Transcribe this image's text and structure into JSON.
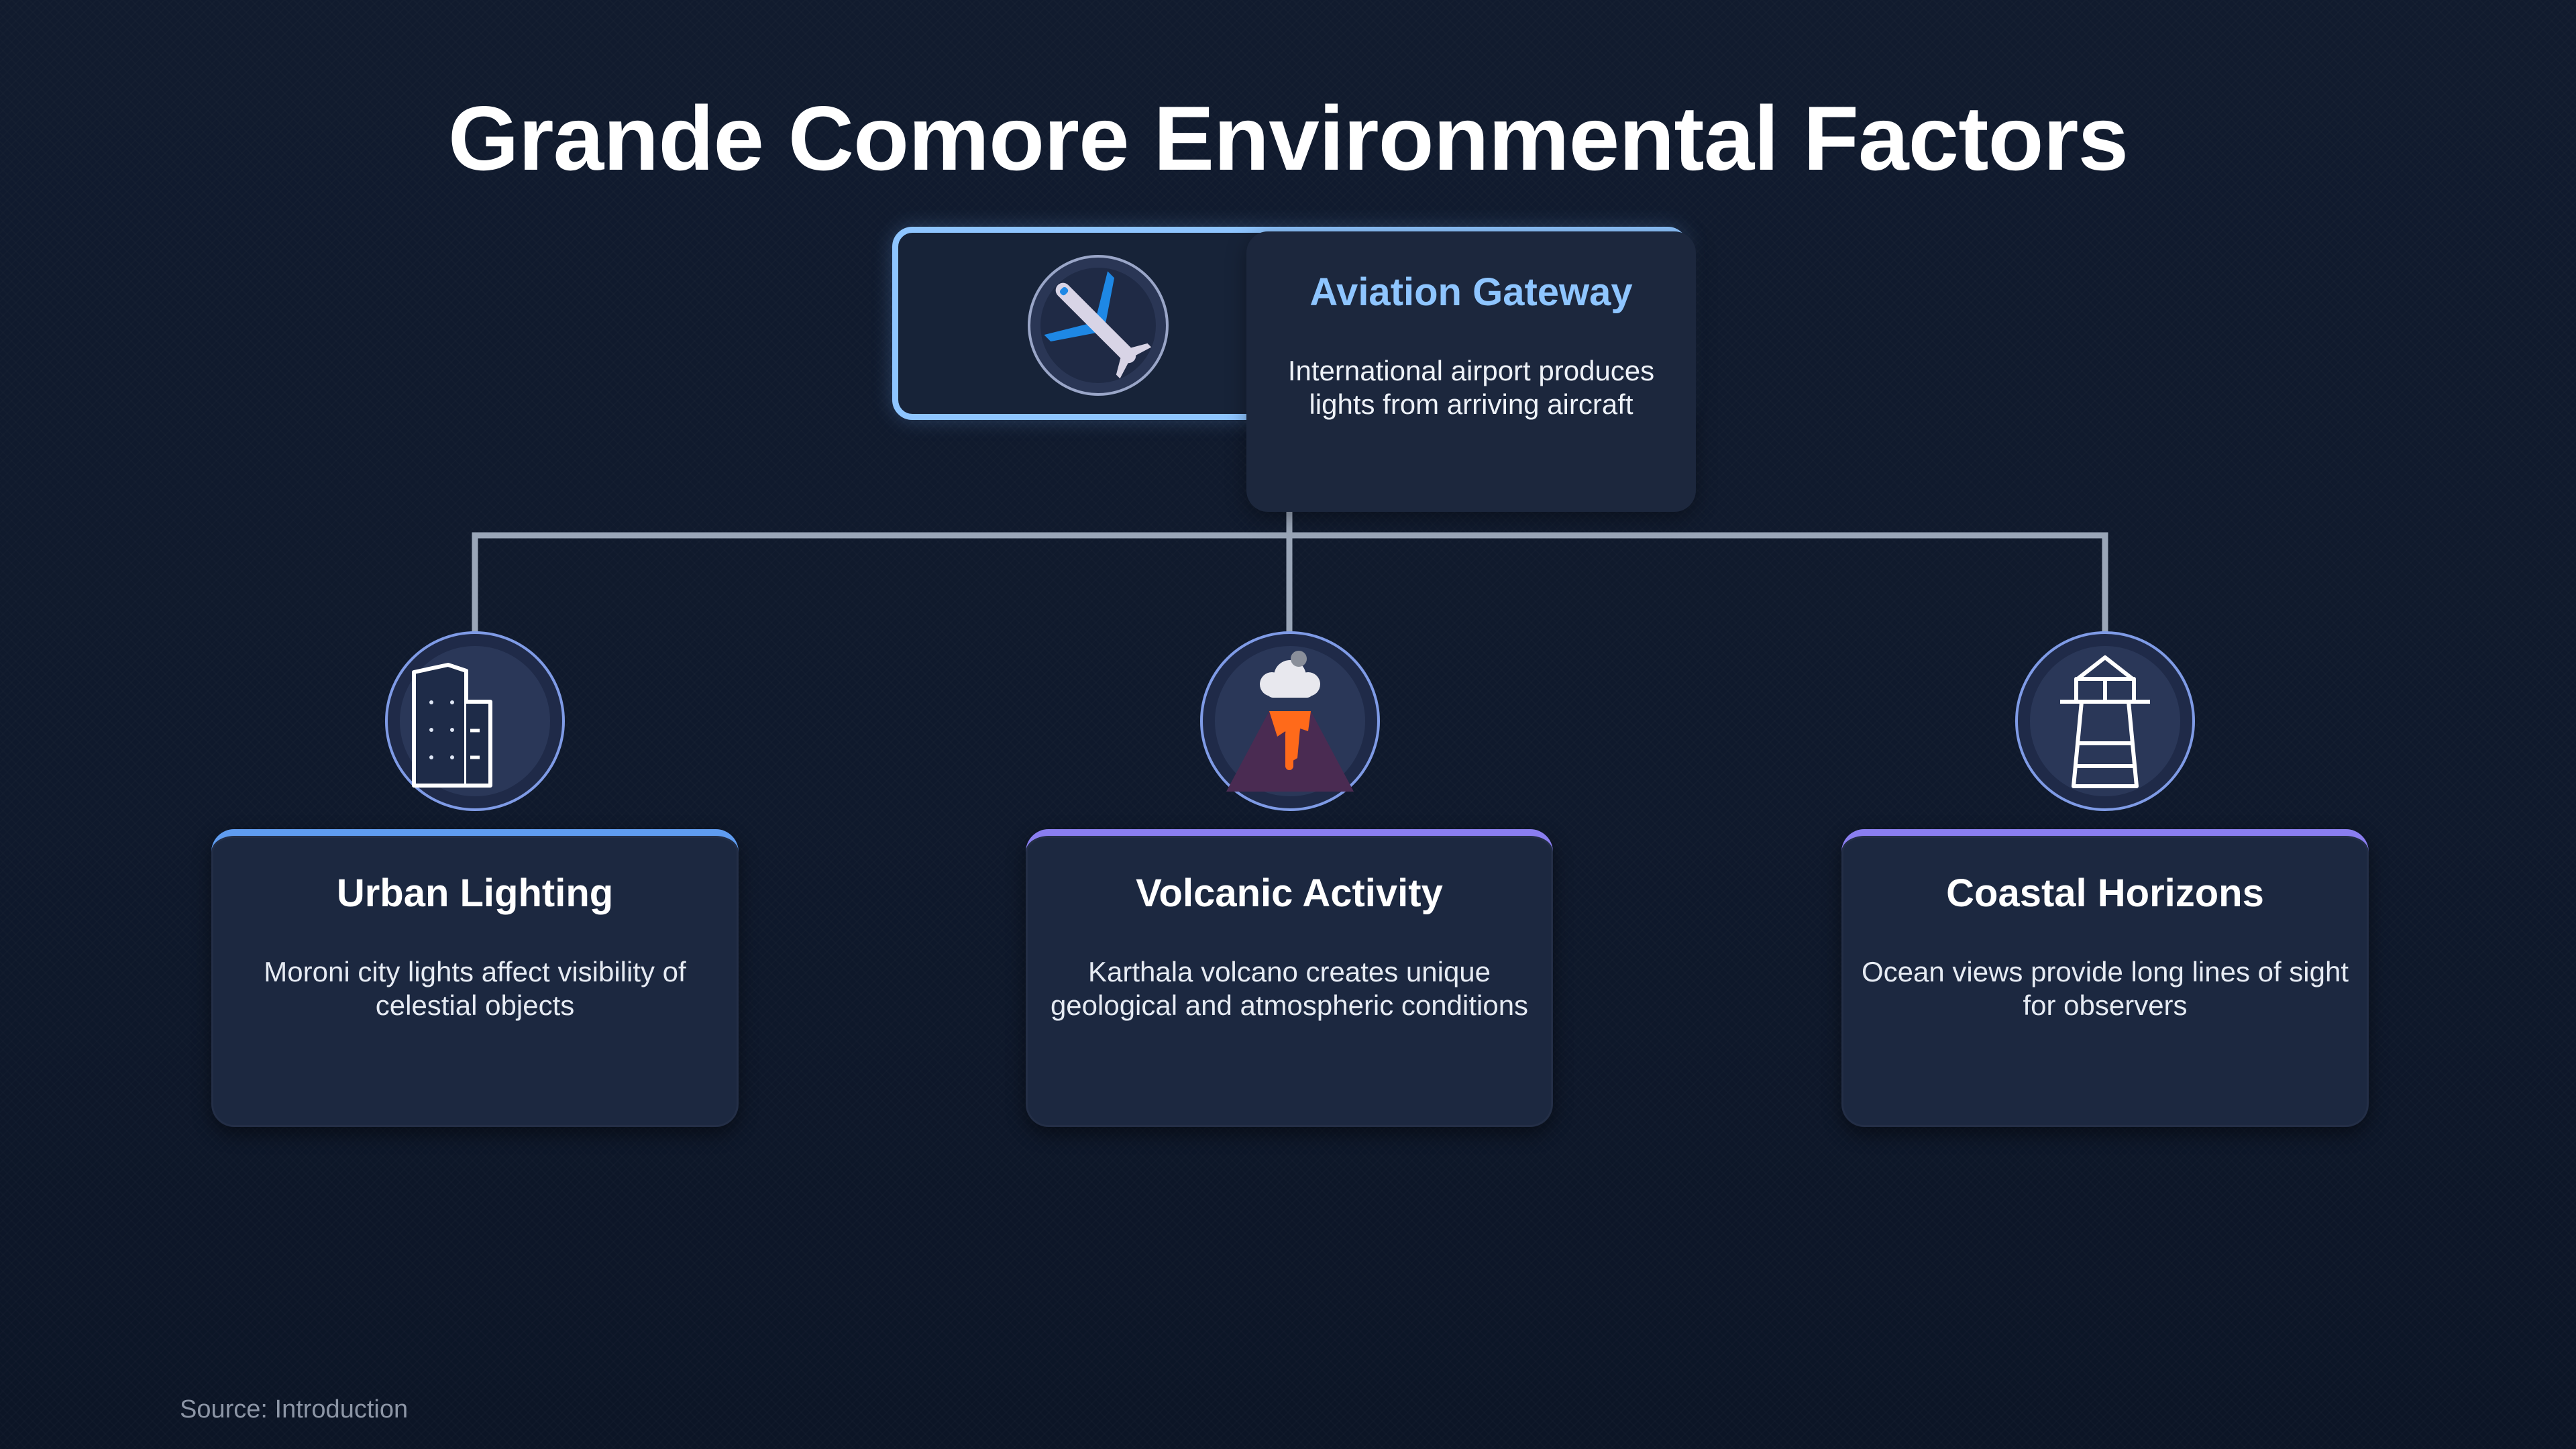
{
  "title": "Grande Comore Environmental Factors",
  "colors": {
    "background": "#111b2e",
    "card": "#1c2840",
    "accent_blue": "#8ec5ff",
    "accent_violet": "#8a7ef0",
    "connector": "#9aa6b8"
  },
  "root": {
    "icon": "airplane-icon",
    "heading": "Aviation Gateway",
    "description": "International airport produces lights from arriving aircraft"
  },
  "children": [
    {
      "icon": "city-buildings-icon",
      "heading": "Urban Lighting",
      "description": "Moroni city lights affect visibility of celestial objects"
    },
    {
      "icon": "volcano-icon",
      "heading": "Volcanic Activity",
      "description": "Karthala volcano creates unique geological and atmospheric conditions"
    },
    {
      "icon": "lighthouse-icon",
      "heading": "Coastal Horizons",
      "description": "Ocean views provide long lines of sight for observers"
    }
  ],
  "source": "Source: Introduction"
}
